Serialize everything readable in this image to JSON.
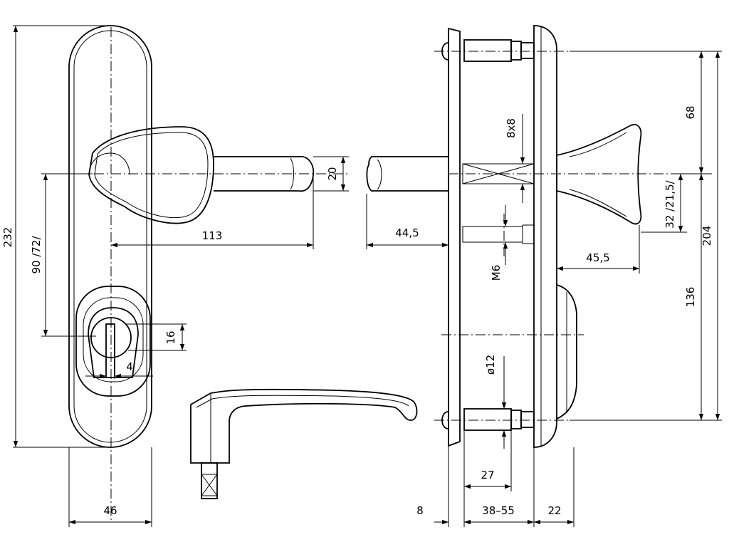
{
  "colors": {
    "line": "#000000",
    "background": "#ffffff"
  },
  "dimensions": {
    "plate_height": "232",
    "plate_width": "46",
    "handle_length": "113",
    "spindle_dia": "20",
    "center_distance": "90 /72/",
    "cylinder_height": "16",
    "cylinder_slot": "4",
    "spindle_square": "8x8",
    "spindle_projection": "44,5",
    "screw_thread": "M6",
    "screw_dia": "ø12",
    "knob_depth": "45,5",
    "top_to_spindle": "68",
    "spindle_to_bottom_screw": "136",
    "screw_spacing": "204",
    "knob_offset": "32 /21,5/",
    "screw_length": "27",
    "inner_plate": "8",
    "door_thickness": "38–55",
    "outer_plate": "22"
  }
}
